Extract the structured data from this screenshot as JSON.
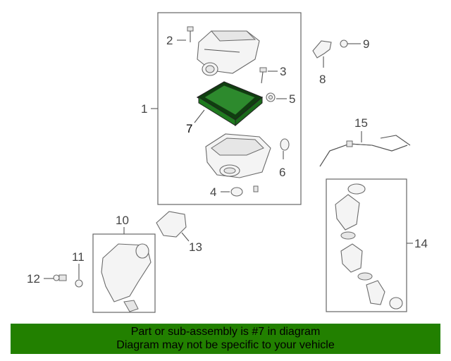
{
  "diagram": {
    "callouts": {
      "c1": "1",
      "c2": "2",
      "c3": "3",
      "c4": "4",
      "c5": "5",
      "c6": "6",
      "c7": "7",
      "c8": "8",
      "c9": "9",
      "c10": "10",
      "c11": "11",
      "c12": "12",
      "c13": "13",
      "c14": "14",
      "c15": "15"
    },
    "highlight_part": "7",
    "highlight_color": "#1f7a1f",
    "banner_color": "#228000"
  },
  "footer": {
    "line1": "Part or sub-assembly is #7 in diagram",
    "line2": "Diagram may not be specific to your vehicle"
  }
}
